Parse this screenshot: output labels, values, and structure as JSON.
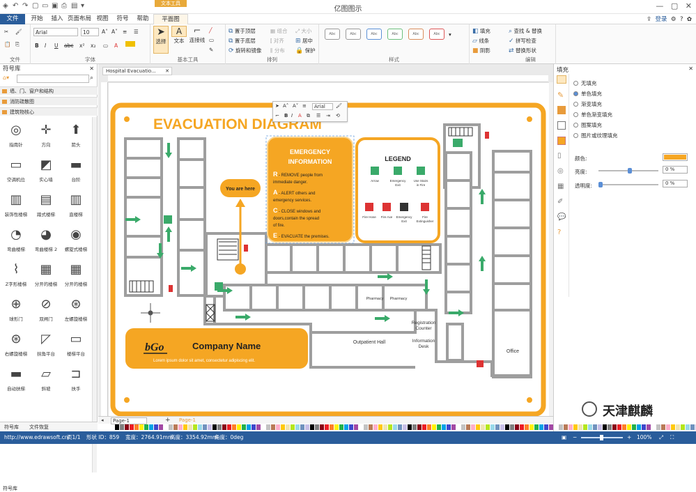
{
  "app": {
    "title": "亿图图示",
    "context_tab_label": "文本工具"
  },
  "tabs": [
    "文件",
    "开始",
    "插入",
    "页面布局",
    "视图",
    "符号",
    "帮助",
    "平面图"
  ],
  "tabs_right": {
    "login": "登录"
  },
  "ribbon": {
    "groups": [
      "文件",
      "字体",
      "基本工具",
      "排列",
      "样式",
      "编辑"
    ],
    "font_name": "Arial",
    "font_size": "10",
    "tools": [
      "选择",
      "文本",
      "连接线"
    ],
    "arrange": [
      "置于顶层",
      "置于底层",
      "旋转和镜像",
      "组合",
      "对齐",
      "分布",
      "大小",
      "居中",
      "保护"
    ],
    "fill": [
      "填充",
      "线条",
      "阴影"
    ],
    "edit": [
      "查找 & 替换",
      "拼写检查",
      "替换形状"
    ]
  },
  "left_panel": {
    "title": "符号库",
    "libraries": [
      "墙、门、窗户和结构",
      "消防疏散图",
      "建筑物核心"
    ],
    "symbols": [
      "指南针",
      "方向",
      "箭头",
      "空调机位",
      "实心墙",
      "台阶",
      "装饰性楼梯",
      "踏式楼梯",
      "直楼梯",
      "弯曲楼梯",
      "弯曲楼梯 2",
      "螺旋式楼梯",
      "Z字形楼梯",
      "分开的楼梯",
      "分开的楼梯",
      "球形门",
      "双闸门",
      "左螺旋楼梯",
      "右螺旋楼梯",
      "拐角平台",
      "楼梯平台",
      "自动扶梯",
      "斜坡",
      "扶手"
    ],
    "footer_tabs": [
      "符号库",
      "文件恢复"
    ]
  },
  "document": {
    "tab_title": "Hospital Evacuatio...",
    "mini_font": "Arial"
  },
  "diagram": {
    "title": "EVACUATION DIAGRAM",
    "you_are_here": "You are here",
    "emergency": {
      "title_line1": "EMERGENCY",
      "title_line2": "INFORMATION",
      "items": [
        {
          "letter": "R",
          "text": "- REMOVE people from immediate danger."
        },
        {
          "letter": "A",
          "text": "- ALERT others and emergency services."
        },
        {
          "letter": "C",
          "text": "- CLOSE windows and doors,contain the spread of fire."
        },
        {
          "letter": "E",
          "text": "- EVACUATE the premises."
        }
      ]
    },
    "legend": {
      "title": "LEGEND",
      "items": [
        "Arrow",
        "Emergency Exit",
        "Use Stairs in Fire",
        "Fire Hose",
        "Fire Axe",
        "Emergency Exit",
        "Fire Extinguisher"
      ]
    },
    "labels": {
      "pharmacy": "Pharmacy",
      "registration": "Registration Counter",
      "information": "Information Desk",
      "outpatient": "Outpatient Hall",
      "office": "Office"
    },
    "company": {
      "logo": "bGo",
      "name": "Company Name",
      "tagline": "Lorem ipsum dolor sit amet, consectetur adipiscing elit."
    },
    "colors": {
      "accent": "#f5a623",
      "arrow": "#3aaa6a",
      "wall": "#9e9e9e"
    }
  },
  "right_panel": {
    "title": "填充",
    "options": [
      "无填充",
      "单色填充",
      "渐变填充",
      "单色渐变填充",
      "图案填充",
      "图片或纹理填充"
    ],
    "selected_option": "单色填充",
    "color_label": "颜色:",
    "color_value": "#f5a623",
    "brightness_label": "亮度:",
    "brightness_value": "0 %",
    "transparency_label": "透明度:",
    "transparency_value": "0 %",
    "watermark": "天津麒麟"
  },
  "pagebar": {
    "pages": [
      "Page-1",
      "Page-1"
    ]
  },
  "status": {
    "url": "http://www.edrawsoft.cn/",
    "page": "页1/1",
    "shape_id": "形状 ID：859",
    "width": "宽度：2764.91mm",
    "height": "高度：3354.92mm",
    "angle": "角度：0deg",
    "zoom": "100%"
  }
}
